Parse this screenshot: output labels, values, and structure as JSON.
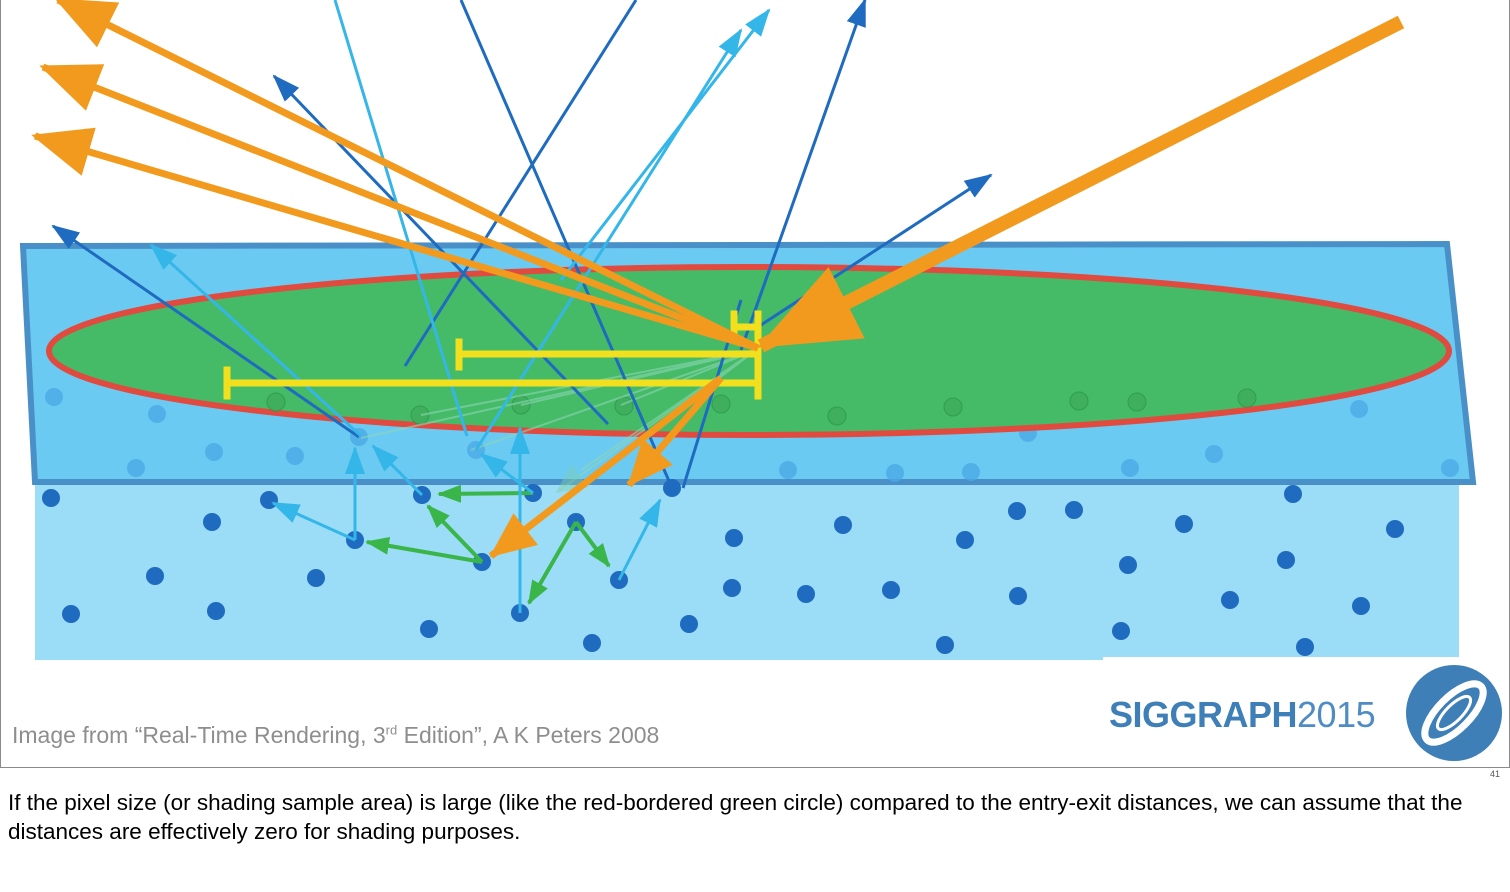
{
  "caption": {
    "prefix": "Image from “Real-Time Rendering, 3",
    "sup": "rd",
    "suffix": " Edition”, A K Peters 2008"
  },
  "logo": {
    "bold": "SIGGRAPH",
    "light": "2015"
  },
  "slide_number": "41",
  "notes": "If the pixel size (or shading sample area) is large (like the red-bordered green circle) compared to the entry-exit distances, we can assume that the distances are effectively zero for shading purposes.",
  "colors": {
    "orange": "#f29a1e",
    "dark_blue": "#1e6bbf",
    "light_blue": "#35b6e8",
    "green_arrow": "#3ab54a",
    "ellipse_fill": "#45bb67",
    "ellipse_border": "#e04a3f",
    "yellow": "#f2e01e",
    "medium": "#9bdcf7",
    "slab": "#6bcaf2",
    "slab_border": "#4a90c8",
    "particle": "#1e6bbf"
  }
}
